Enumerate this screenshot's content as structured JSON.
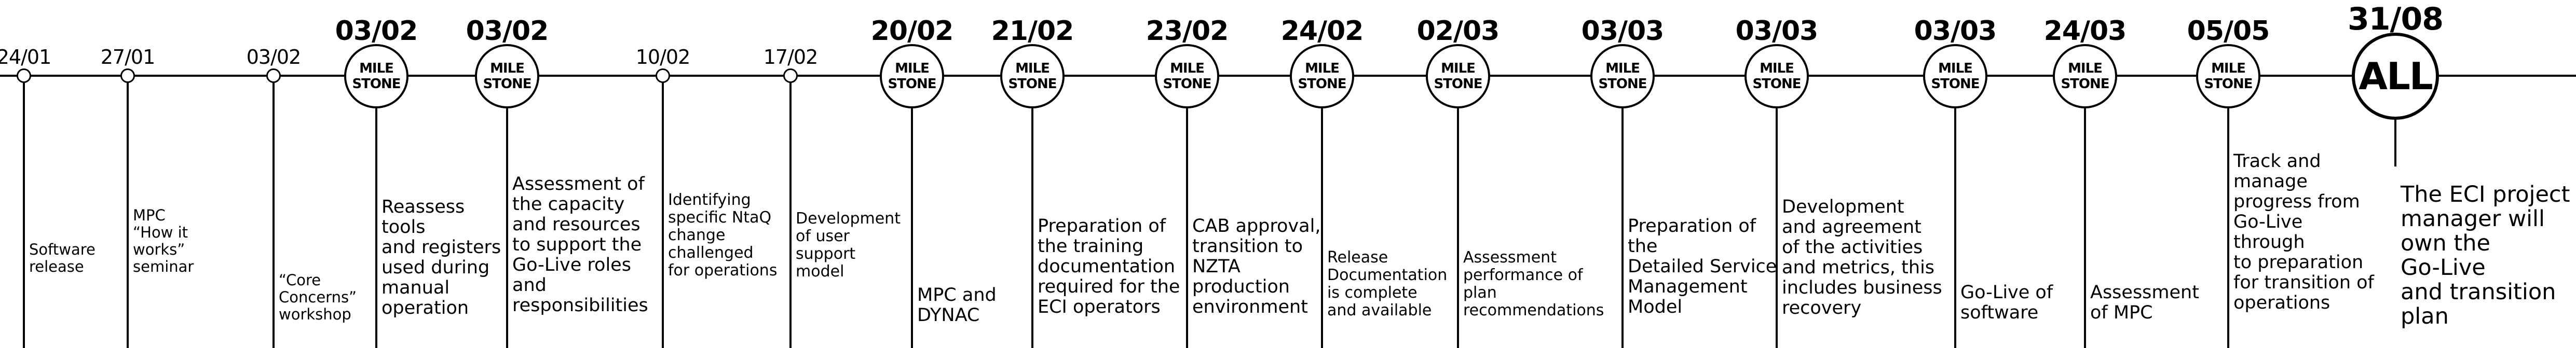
{
  "milestone_label": [
    "MILE",
    "STONE"
  ],
  "events": [
    {
      "date": "24/01",
      "type": "small",
      "desc": [
        "Software",
        "release"
      ],
      "size": "s"
    },
    {
      "date": "27/01",
      "type": "small",
      "desc": [
        "MPC",
        "“How it",
        "works”",
        "seminar"
      ],
      "size": "s"
    },
    {
      "date": "03/02",
      "type": "small",
      "desc": [
        "“Core",
        "Concerns”",
        "workshop"
      ],
      "size": "s"
    },
    {
      "date": "03/02",
      "type": "milestone",
      "desc": [
        "Reassess",
        "tools",
        "and registers",
        "used during",
        "manual",
        "operation"
      ],
      "size": "l"
    },
    {
      "date": "03/02",
      "type": "milestone",
      "desc": [
        "Assessment of",
        "the capacity",
        "and resources",
        "to support the",
        "Go-Live roles",
        "and",
        "responsibilities"
      ],
      "size": "l"
    },
    {
      "date": "10/02",
      "type": "small",
      "desc": [
        "Identifying",
        "specific NtaQ",
        "change",
        "challenged",
        "for operations"
      ],
      "size": "m"
    },
    {
      "date": "17/02",
      "type": "small",
      "desc": [
        "Development",
        "of user",
        "support",
        "model"
      ],
      "size": "m"
    },
    {
      "date": "20/02",
      "type": "milestone",
      "desc": [
        "MPC and",
        "DYNAC"
      ],
      "size": "l"
    },
    {
      "date": "21/02",
      "type": "milestone",
      "desc": [
        "Preparation of",
        "the training",
        "documentation",
        "required for the",
        "ECI operators"
      ],
      "size": "l"
    },
    {
      "date": "23/02",
      "type": "milestone",
      "desc": [
        "CAB approval,",
        "transition to",
        "NZTA",
        "production",
        "environment"
      ],
      "size": "l"
    },
    {
      "date": "24/02",
      "type": "milestone",
      "desc": [
        "Release",
        "Documentation",
        "is complete",
        "and available"
      ],
      "size": "m"
    },
    {
      "date": "02/03",
      "type": "milestone",
      "desc": [
        "Assessment",
        "performance of",
        "plan",
        "recommendations"
      ],
      "size": "m"
    },
    {
      "date": "03/03",
      "type": "milestone",
      "desc": [
        "Preparation of",
        "the",
        "Detailed Service",
        "Management",
        "Model"
      ],
      "size": "l"
    },
    {
      "date": "03/03",
      "type": "milestone",
      "desc": [
        "Development",
        "and agreement",
        "of the activities",
        "and metrics, this",
        "includes business",
        "recovery"
      ],
      "size": "l"
    },
    {
      "date": "03/03",
      "type": "milestone",
      "desc": [
        "Go-Live of",
        "software"
      ],
      "size": "l"
    },
    {
      "date": "24/03",
      "type": "milestone",
      "desc": [
        "Assessment",
        "of MPC"
      ],
      "size": "l"
    },
    {
      "date": "05/05",
      "type": "milestone",
      "desc": [
        "Track and",
        "manage",
        "progress from",
        "Go-Live",
        "through",
        "to preparation",
        "for transition of",
        "operations"
      ],
      "size": "l"
    },
    {
      "date": "31/08",
      "type": "final",
      "label": "ALL",
      "desc": [
        "The ECI project",
        "manager will",
        "own the",
        "Go-Live",
        "and transition",
        "plan"
      ],
      "size": "xl"
    }
  ]
}
